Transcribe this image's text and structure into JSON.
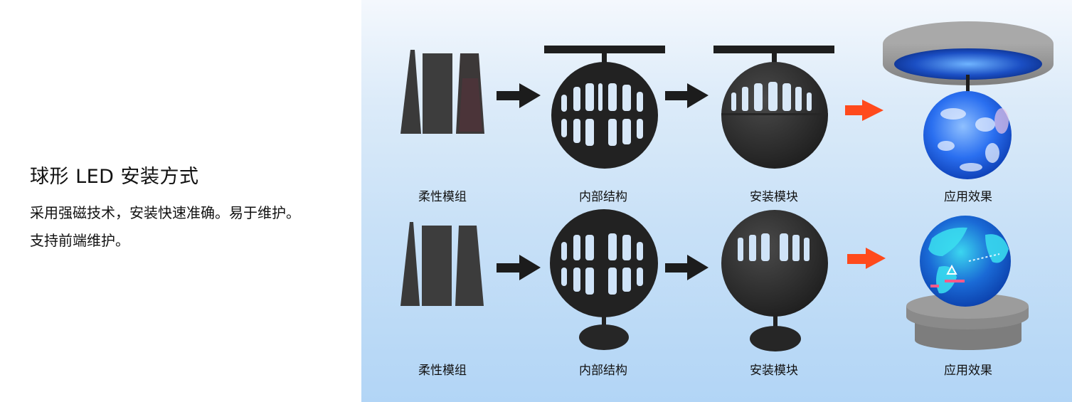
{
  "left": {
    "title": "球形 LED 安装方式",
    "description_lines": [
      "采用强磁技术，安装快速准确。易于维护。",
      "支持前端维护。"
    ]
  },
  "diagram": {
    "colors": {
      "background_top": "#f4f8fd",
      "background_bottom": "#b2d5f6",
      "structure_dark": "#262626",
      "arrow_black": "#1c1c1c",
      "arrow_orange": "#ff4a1c",
      "fixture_gray": "#8f8f8f",
      "globe_blue": "#1e5fd8"
    },
    "rows": [
      {
        "mount": "ceiling",
        "steps": [
          {
            "label": "柔性模组",
            "icon": "flexible-modules-icon"
          },
          {
            "label": "内部结构",
            "icon": "inner-frame-sphere-icon"
          },
          {
            "label": "安装模块",
            "icon": "half-covered-sphere-icon"
          },
          {
            "label": "应用效果",
            "icon": "hanging-globe-display-icon"
          }
        ]
      },
      {
        "mount": "floor",
        "steps": [
          {
            "label": "柔性模组",
            "icon": "flexible-modules-icon"
          },
          {
            "label": "内部结构",
            "icon": "inner-frame-sphere-icon"
          },
          {
            "label": "安装模块",
            "icon": "half-covered-sphere-icon"
          },
          {
            "label": "应用效果",
            "icon": "pedestal-globe-display-icon"
          }
        ]
      }
    ]
  }
}
